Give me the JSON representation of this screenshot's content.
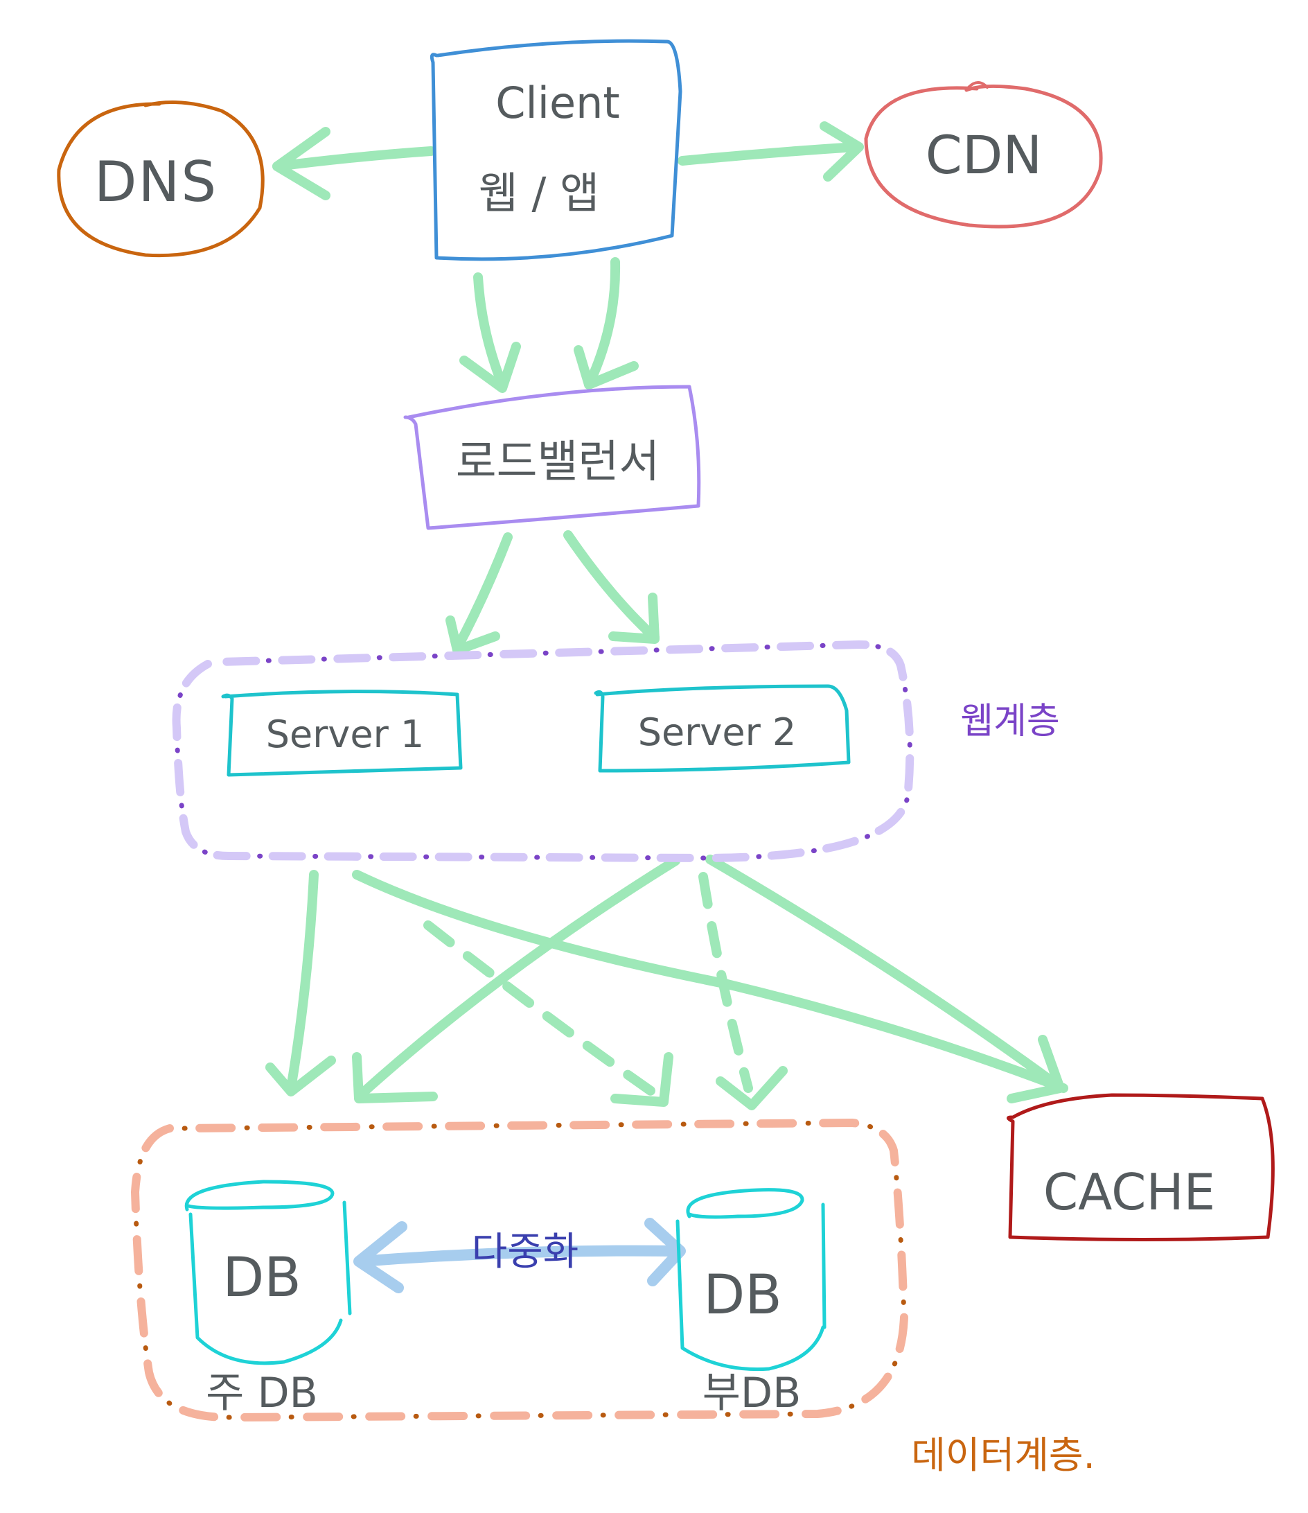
{
  "nodes": {
    "client": {
      "line1": "Client",
      "line2": "웹 / 앱"
    },
    "dns": {
      "label": "DNS"
    },
    "cdn": {
      "label": "CDN"
    },
    "load_balancer": {
      "label": "로드밸런서"
    },
    "server1": {
      "label": "Server 1"
    },
    "server2": {
      "label": "Server 2"
    },
    "cache": {
      "label": "CACHE"
    },
    "db_primary": {
      "label": "DB",
      "caption": "주 DB"
    },
    "db_replica": {
      "label": "DB",
      "caption": "부DB"
    }
  },
  "groups": {
    "web_tier": {
      "label": "웹계층"
    },
    "data_tier": {
      "label": "데이터계층."
    }
  },
  "edges": {
    "replication": {
      "label": "다중화"
    }
  },
  "colors": {
    "arrow": "#9ee8b8",
    "client": "#3f8fd6",
    "dns": "#c9650f",
    "cdn": "#e06b6b",
    "load_balancer": "#a98cf0",
    "server": "#1ec3cc",
    "web_tier": "#d4c8f7",
    "web_tier_dots": "#7a43c7",
    "data_tier": "#f5b29c",
    "data_tier_dots": "#b85a10",
    "cache": "#b01a1a",
    "db": "#1ed2d6",
    "replication": "#a7cdee",
    "replication_text": "#3a3fae",
    "web_tier_text": "#7a43c7",
    "data_tier_text": "#c9650f"
  }
}
